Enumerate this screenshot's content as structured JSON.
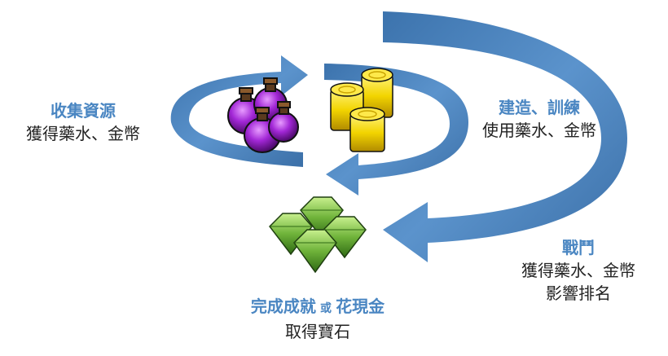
{
  "colors": {
    "arrow": "#4a80b8",
    "accent": "#4a86c2",
    "text": "#222222"
  },
  "collect": {
    "title": "收集資源",
    "desc": "獲得藥水、金幣"
  },
  "build": {
    "title": "建造、訓練",
    "desc": "使用藥水、金幣"
  },
  "battle": {
    "title": "戰鬥",
    "line1": "獲得藥水、金幣",
    "line2": "影響排名"
  },
  "achieve": {
    "title_a": "完成成就",
    "connector": "或",
    "title_b": "花現金",
    "desc": "取得寶石"
  },
  "icons": [
    "potion-bottles-icon",
    "gold-coins-icon",
    "green-gems-icon"
  ]
}
